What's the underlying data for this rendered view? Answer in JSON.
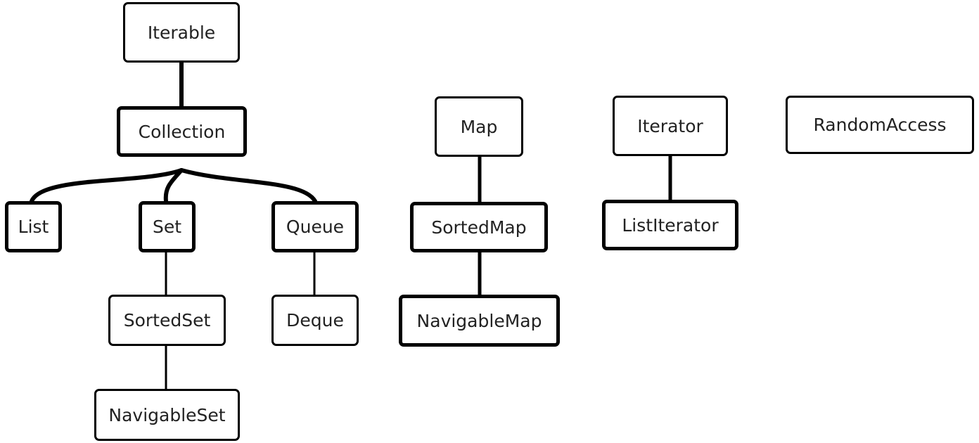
{
  "diagram": {
    "nodes": {
      "iterable": "Iterable",
      "collection": "Collection",
      "list": "List",
      "set": "Set",
      "queue": "Queue",
      "sortedset": "SortedSet",
      "deque": "Deque",
      "navigableset": "NavigableSet",
      "map": "Map",
      "sortedmap": "SortedMap",
      "navigablemap": "NavigableMap",
      "iterator": "Iterator",
      "listiterator": "ListIterator",
      "randomaccess": "RandomAccess"
    },
    "edges": [
      [
        "iterable",
        "collection"
      ],
      [
        "collection",
        "list"
      ],
      [
        "collection",
        "set"
      ],
      [
        "collection",
        "queue"
      ],
      [
        "set",
        "sortedset"
      ],
      [
        "sortedset",
        "navigableset"
      ],
      [
        "queue",
        "deque"
      ],
      [
        "map",
        "sortedmap"
      ],
      [
        "sortedmap",
        "navigablemap"
      ],
      [
        "iterator",
        "listiterator"
      ]
    ],
    "colors": {
      "stroke": "#000000",
      "text": "#222222",
      "background": "#ffffff"
    }
  }
}
